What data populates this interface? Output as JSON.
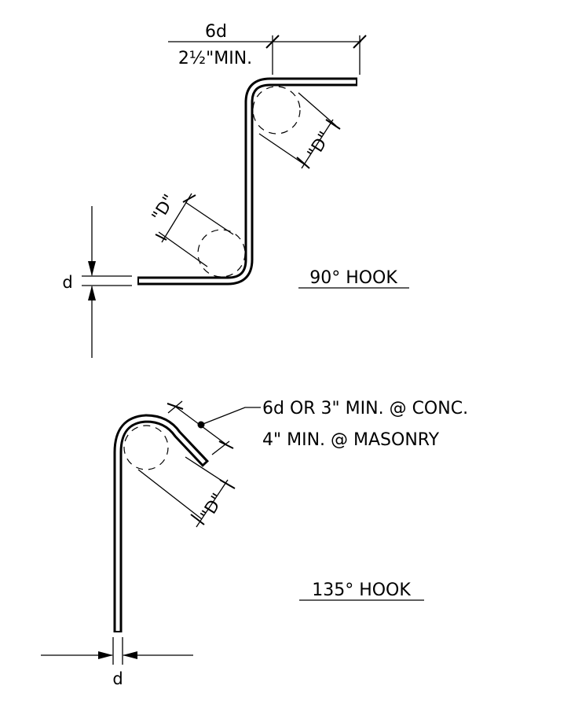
{
  "hook90": {
    "title": "90° HOOK",
    "extension_top": "6d",
    "extension_bottom": "2½\"MIN.",
    "bend_dia_label_1": "\"D\"",
    "bend_dia_label_2": "\"D\"",
    "bar_dia_label": "d"
  },
  "hook135": {
    "title": "135° HOOK",
    "note_line_1": "6d OR 3\" MIN. @ CONC.",
    "note_line_2": "4\" MIN. @ MASONRY",
    "bend_dia_label": "\"D\"",
    "bar_dia_label": "d"
  }
}
